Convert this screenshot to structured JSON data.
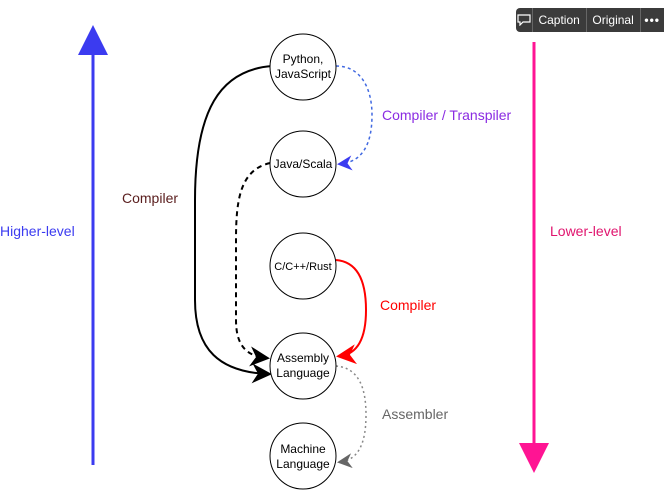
{
  "toolbar": {
    "caption_label": "Caption",
    "original_label": "Original",
    "more_label": "•••",
    "comment_icon": "comment-icon"
  },
  "nodes": {
    "python": {
      "line1": "Python,",
      "line2": "JavaScript"
    },
    "java": {
      "label": "Java/Scala"
    },
    "c": {
      "label": "C/C++/Rust"
    },
    "assembly": {
      "line1": "Assembly",
      "line2": "Language"
    },
    "machine": {
      "line1": "Machine",
      "line2": "Language"
    }
  },
  "labels": {
    "higher_level": "Higher-level",
    "lower_level": "Lower-level",
    "compiler_left": "Compiler",
    "compiler_transpiler": "Compiler / Transpiler",
    "compiler_red": "Compiler",
    "assembler": "Assembler"
  },
  "colors": {
    "higher_arrow": "#3b3bf0",
    "lower_arrow": "#ff1493",
    "transpiler": "#8a2be2",
    "compiler_left": "#5a1e1e",
    "compiler_red": "#ff0000",
    "assembler": "#666666"
  }
}
